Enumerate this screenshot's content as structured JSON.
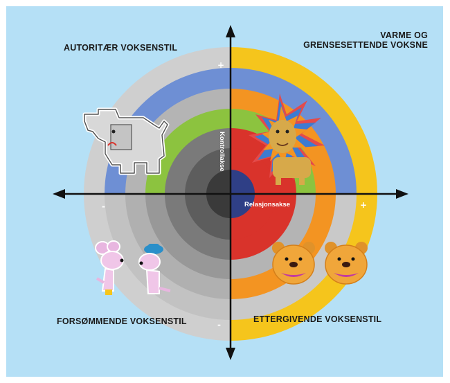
{
  "quadrants": {
    "top_left": "AUTORITÆR VOKSENSTIL",
    "top_right_line1": "VARME OG",
    "top_right_line2": "GRENSESETTENDE VOKSNE",
    "bottom_left": "FORSØMMENDE VOKSENSTIL",
    "bottom_right": "ETTERGIVENDE VOKSENSTIL"
  },
  "axes": {
    "vertical_label": "Kontrollakse",
    "horizontal_label": "Relasjonsakse",
    "plus": "+",
    "minus": "-"
  },
  "characters": [
    "elephant-icon",
    "lion-icon",
    "mice-icon",
    "bears-icon"
  ],
  "colors": {
    "background": "#b5e0f6",
    "grey_rings": [
      "#cfcfcf",
      "#b4b4b4",
      "#989898",
      "#7a7a7a",
      "#5d5d5d",
      "#3a3a3a"
    ],
    "color_rings": [
      "#f5c51c",
      "#6e8fd4",
      "#f39422",
      "#8cc33f",
      "#d9332b",
      "#2f3f86"
    ]
  }
}
